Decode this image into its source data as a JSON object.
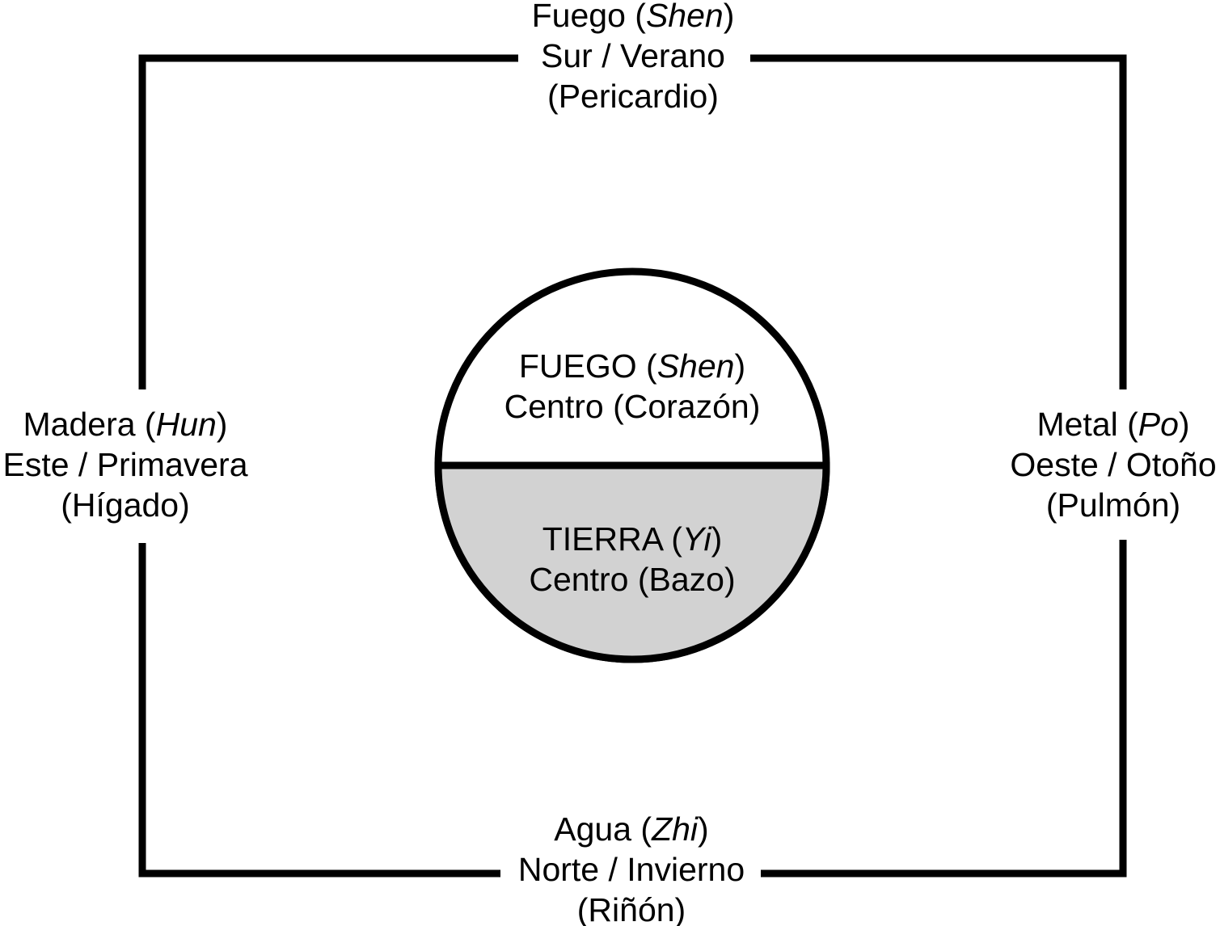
{
  "diagram": {
    "title_semantic": "five-elements-wu-xing-diagram",
    "colors": {
      "background": "#ffffff",
      "line": "#000000",
      "text": "#000000",
      "earth_fill": "#d2d2d2"
    },
    "outer": {
      "top": {
        "line1": {
          "pre": "Fuego (",
          "it": "Shen",
          "post": ")"
        },
        "line2": "Sur / Verano",
        "line3": "(Pericardio)"
      },
      "left": {
        "line1": {
          "pre": "Madera (",
          "it": "Hun",
          "post": ")"
        },
        "line2": "Este / Primavera",
        "line3": "(Hígado)"
      },
      "right": {
        "line1": {
          "pre": "Metal (",
          "it": "Po",
          "post": ")"
        },
        "line2": "Oeste / Otoño",
        "line3": "(Pulmón)"
      },
      "bottom": {
        "line1": {
          "pre": "Agua (",
          "it": "Zhi",
          "post": ")"
        },
        "line2": "Norte / Invierno",
        "line3": "(Riñón)"
      }
    },
    "center": {
      "fire_half": {
        "line1": {
          "pre": "FUEGO (",
          "it": "Shen",
          "post": ")"
        },
        "line2": "Centro (Corazón)"
      },
      "earth_half": {
        "line1": {
          "pre": "TIERRA (",
          "it": "Yi",
          "post": ")"
        },
        "line2": "Centro (Bazo)"
      }
    }
  }
}
